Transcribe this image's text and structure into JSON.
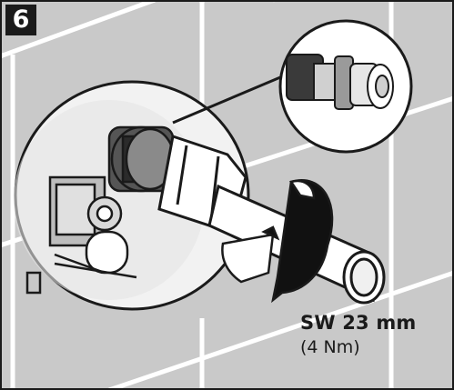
{
  "step": {
    "number": "6"
  },
  "spec": {
    "wrench_size": "SW 23 mm",
    "torque": "(4 Nm)"
  },
  "illustration": {
    "subject": "wall-mounted-valve-with-extension-pipe",
    "detail_view": "cartridge-close-up",
    "rotation_arrow": "clockwise-tighten"
  },
  "colors": {
    "tile": "#c9c9c9",
    "grout": "#ffffff",
    "outline": "#1a1a1a",
    "highlight": "#f4f4f4",
    "arrow": "#111111"
  }
}
